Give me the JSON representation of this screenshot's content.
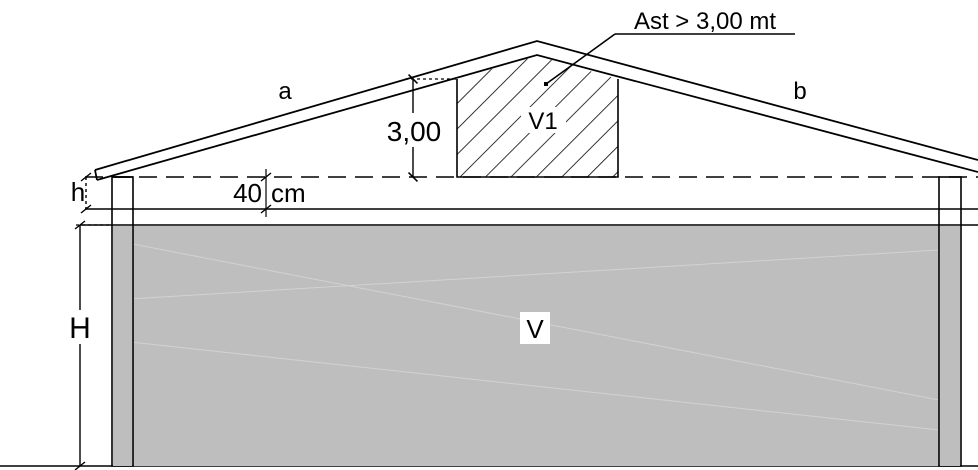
{
  "labels": {
    "roof_side_left": "a",
    "roof_side_right": "b",
    "attic_height_value": "3,00",
    "attic_volume": "V1",
    "callout": "Ast > 3,00 mt",
    "slab_offset_value": "40",
    "slab_offset_unit": "cm",
    "small_height": "h",
    "main_height": "H",
    "main_volume": "V"
  },
  "colors": {
    "volume_fill": "#bebebe",
    "line": "#000000",
    "background": "#ffffff"
  }
}
